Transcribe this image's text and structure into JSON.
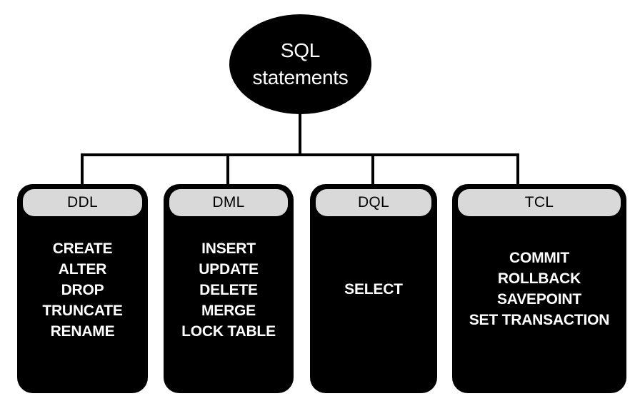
{
  "root": {
    "label": "SQL statements"
  },
  "categories": [
    {
      "key": "ddl",
      "header": "DDL",
      "commands": [
        "CREATE",
        "ALTER",
        "DROP",
        "TRUNCATE",
        "RENAME"
      ]
    },
    {
      "key": "dml",
      "header": "DML",
      "commands": [
        "INSERT",
        "UPDATE",
        "DELETE",
        "MERGE",
        "LOCK TABLE"
      ]
    },
    {
      "key": "dql",
      "header": "DQL",
      "commands": [
        "SELECT"
      ]
    },
    {
      "key": "tcl",
      "header": "TCL",
      "commands": [
        "COMMIT",
        "ROLLBACK",
        "SAVEPOINT",
        "SET TRANSACTION"
      ]
    }
  ],
  "colors": {
    "node_fill": "#000000",
    "node_text": "#ffffff",
    "header_fill": "#d9d9d9",
    "header_text": "#000000",
    "connector": "#000000"
  }
}
